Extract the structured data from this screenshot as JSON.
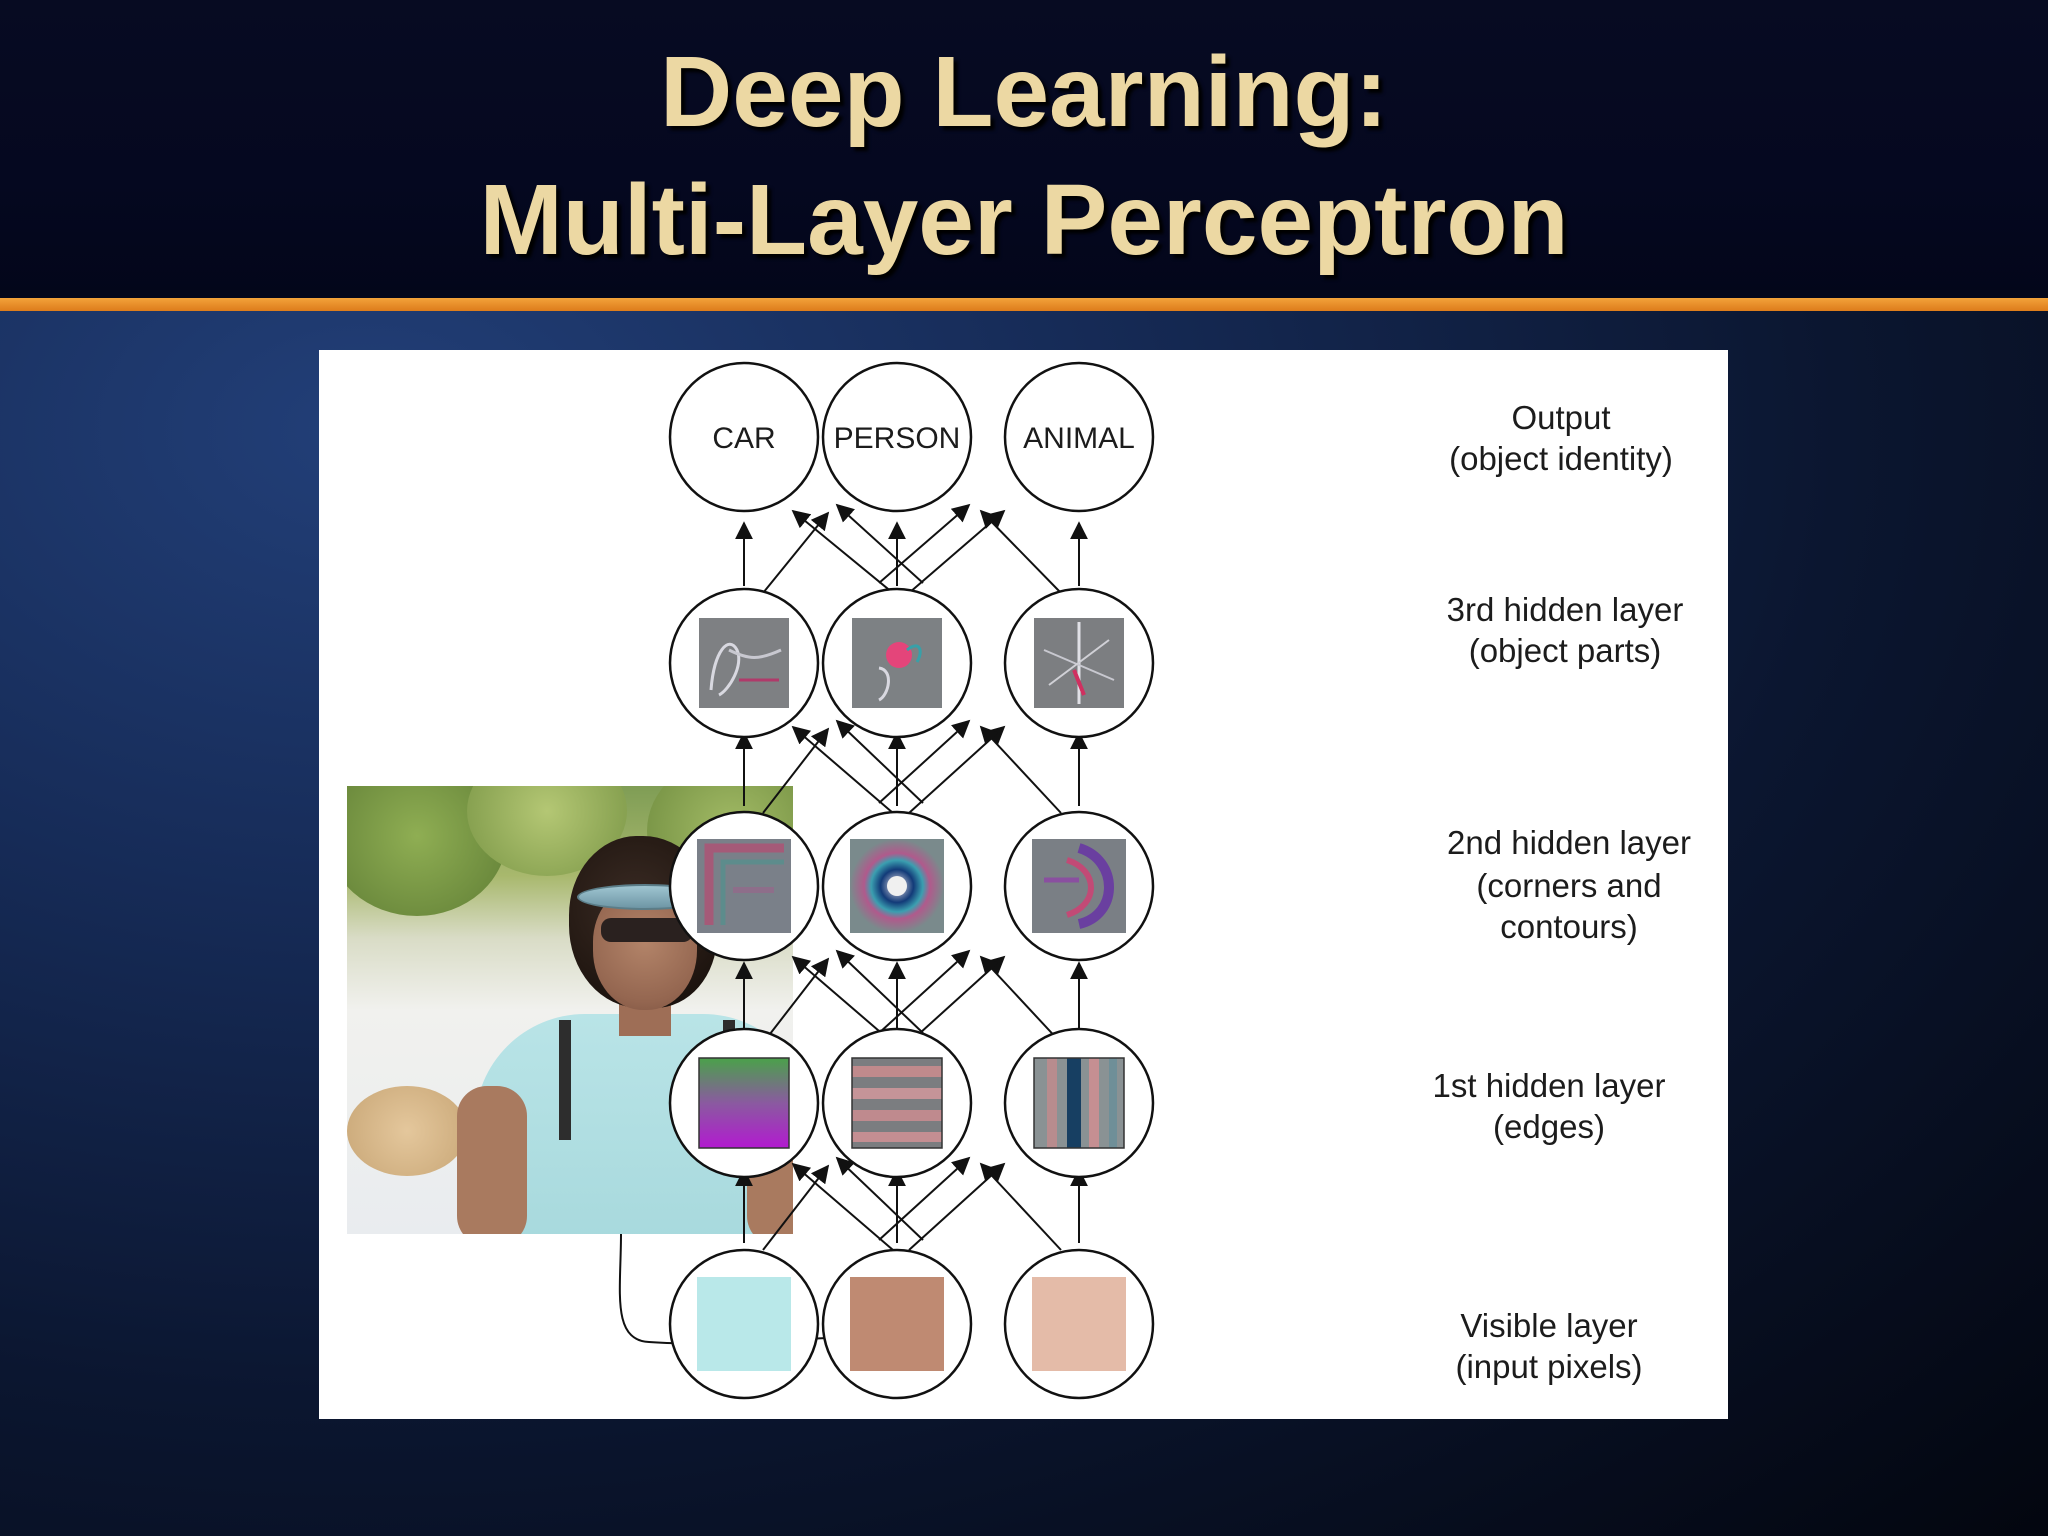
{
  "title": {
    "line1": "Deep Learning:",
    "line2": "Multi-Layer Perceptron"
  },
  "colors": {
    "title_text": "#ecd8a3",
    "accent_rule": "#e88a25",
    "background_dark": "#050820",
    "background_blue": "#223f78",
    "figure_background": "#ffffff"
  },
  "diagram": {
    "output_nodes": [
      "CAR",
      "PERSON",
      "ANIMAL"
    ],
    "layers": [
      {
        "line1": "Output",
        "line2": "(object identity)",
        "line3": ""
      },
      {
        "line1": "3rd hidden layer",
        "line2": "(object parts)",
        "line3": ""
      },
      {
        "line1": "2nd hidden layer",
        "line2": "(corners and",
        "line3": "contours)"
      },
      {
        "line1": "1st hidden layer",
        "line2": "(edges)",
        "line3": ""
      },
      {
        "line1": "Visible layer",
        "line2": "(input pixels)",
        "line3": ""
      }
    ],
    "input_pixel_colors": [
      "#b9e8e9",
      "#bf8a72",
      "#e4bba8"
    ]
  }
}
